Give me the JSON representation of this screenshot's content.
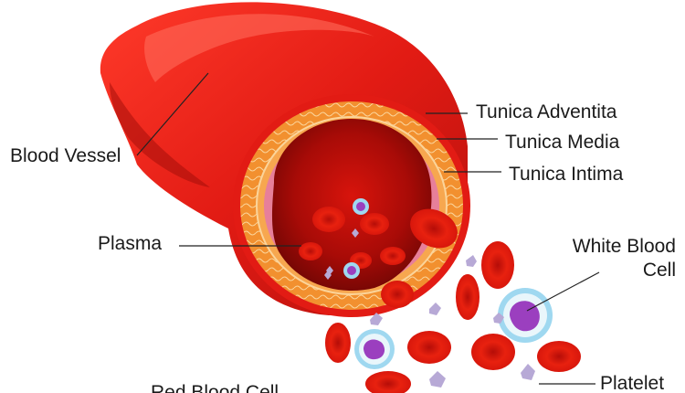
{
  "labels": {
    "blood_vessel": "Blood Vessel",
    "tunica_adventita": "Tunica Adventita",
    "tunica_media": "Tunica Media",
    "tunica_intima": "Tunica Intima",
    "plasma": "Plasma",
    "white_blood_cell_line1": "White Blood",
    "white_blood_cell_line2": "Cell",
    "platelet": "Platelet",
    "red_blood_cell": "Red Blood Cell"
  },
  "colors": {
    "vessel_red": "#e21b14",
    "vessel_dark": "#b3100c",
    "vessel_highlight": "#ff6a5a",
    "wall_orange": "#f2902f",
    "wall_light": "#f9c07a",
    "intima_pink": "#e77f9a",
    "lumen_dark": "#8a0a06",
    "rbc": "#e0180f",
    "wbc_ring": "#9fd8f0",
    "wbc_nucleus": "#9b3fbf",
    "platelet": "#b7a9d6"
  }
}
